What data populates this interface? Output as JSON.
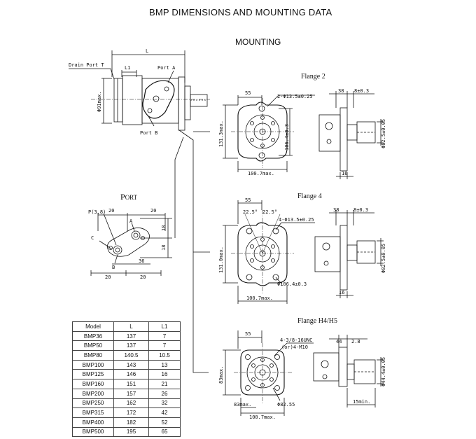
{
  "title": "BMP DIMENSIONS AND  MOUNTING DATA",
  "mounting_heading": "MOUNTING",
  "port_heading_p": "P",
  "port_heading_rest": "ORT",
  "side_view": {
    "drain_port": "Drain Port T",
    "port_a": "Port A",
    "port_b": "Port B",
    "dim_l": "L",
    "dim_l1": "L1",
    "dim_d": "Φ91max."
  },
  "port_view": {
    "p_label": "P(3.8)",
    "c_label": "C",
    "a_label": "A",
    "b_label": "B",
    "d20a": "20",
    "d20b": "20",
    "d18a": "18",
    "d18b": "18",
    "d36": "36",
    "d20c": "20",
    "d20d": "20"
  },
  "flange2": {
    "name": "Flange 2",
    "d55": "55",
    "holes": "2-Φ13.5±0.25",
    "d131": "131.3max.",
    "d106": "106.4±0.3",
    "d100": "100.7max.",
    "d38": "38",
    "d8": "8±0.3",
    "d82": "Φ82.5±0.05",
    "d16": "16"
  },
  "flange4": {
    "name": "Flange 4",
    "d55": "55",
    "angle_a": "22.5°",
    "angle_b": "22.5°",
    "holes": "4-Φ13.5±0.25",
    "d131": "131.0max.",
    "d106": "Φ106.4±0.3",
    "d100": "100.7max.",
    "d38": "38",
    "d8": "8±0.3",
    "d82": "Φ82.5±0.05",
    "d16": "16"
  },
  "flangeH": {
    "name": "Flange H4/H5",
    "d55": "55",
    "holes_a": "4-3/8-16UNC",
    "holes_b": "(or)4-M10",
    "d83max": "83max.",
    "d83": "83max.",
    "d82": "Φ82.55",
    "d100": "100.7max.",
    "d44": "44",
    "d28": "2.8",
    "d444": "Φ44.4±0.05",
    "d15": "15min."
  },
  "table": {
    "headers": [
      "Model",
      "L",
      "L1"
    ],
    "rows": [
      [
        "BMP36",
        "137",
        "7"
      ],
      [
        "BMP50",
        "137",
        "7"
      ],
      [
        "BMP80",
        "140.5",
        "10.5"
      ],
      [
        "BMP100",
        "143",
        "13"
      ],
      [
        "BMP125",
        "146",
        "16"
      ],
      [
        "BMP160",
        "151",
        "21"
      ],
      [
        "BMP200",
        "157",
        "26"
      ],
      [
        "BMP250",
        "162",
        "32"
      ],
      [
        "BMP315",
        "172",
        "42"
      ],
      [
        "BMP400",
        "182",
        "52"
      ],
      [
        "BMP500",
        "195",
        "65"
      ]
    ]
  }
}
